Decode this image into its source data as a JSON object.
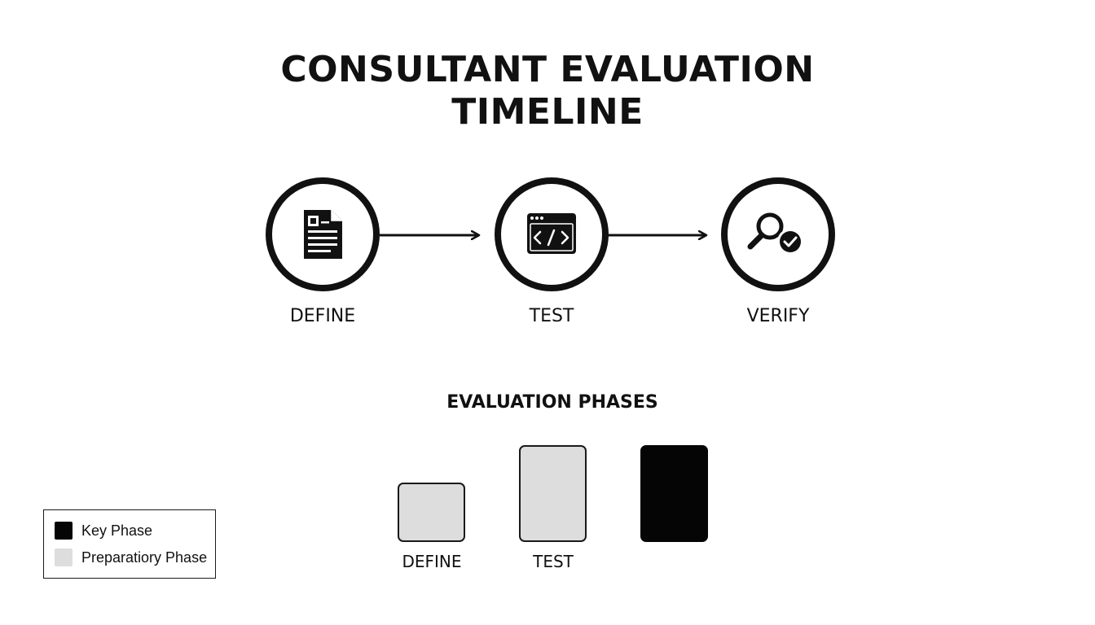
{
  "title": {
    "line1": "CONSULTANT EVALUATION",
    "line2": "TIMELINE"
  },
  "flow": {
    "steps": [
      {
        "label": "DEFINE",
        "icon": "document-icon"
      },
      {
        "label": "TEST",
        "icon": "code-window-icon"
      },
      {
        "label": "VERIFY",
        "icon": "magnifier-check-icon"
      }
    ]
  },
  "phases": {
    "title": "EVALUATION PHASES",
    "bars": [
      {
        "label": "DEFINE",
        "type": "preparatory",
        "relative_height": 0.62
      },
      {
        "label": "TEST",
        "type": "preparatory",
        "relative_height": 1.0
      },
      {
        "label": "",
        "type": "key",
        "relative_height": 1.0
      }
    ]
  },
  "legend": {
    "key_label": "Key Phase",
    "prep_label": "Preparatiory Phase"
  },
  "colors": {
    "key": "#050505",
    "preparatory": "#dddddd",
    "outline": "#1a1a1a"
  }
}
